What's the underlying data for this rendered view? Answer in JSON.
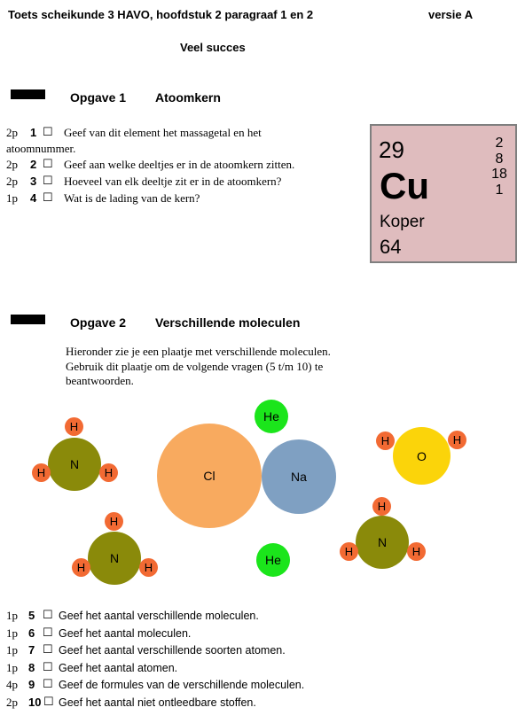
{
  "header": {
    "title": "Toets scheikunde 3 HAVO, hoofdstuk 2 paragraaf 1 en 2",
    "version": "versie A",
    "wish": "Veel succes"
  },
  "exercise1": {
    "label": "Opgave 1",
    "title": "Atoomkern",
    "questions": [
      {
        "points": "2p",
        "number": "1",
        "checkbox": "☐",
        "text": "Geef van dit element het massagetal en het",
        "text_cont": "atoomnummer."
      },
      {
        "points": "2p",
        "number": "2",
        "checkbox": "☐",
        "text": "Geef aan welke deeltjes er in de atoomkern zitten."
      },
      {
        "points": "2p",
        "number": "3",
        "checkbox": "☐",
        "text": "Hoeveel van elk deeltje zit er in de atoomkern?"
      },
      {
        "points": "1p",
        "number": "4",
        "checkbox": "☐",
        "text": "Wat is de lading van de kern?"
      }
    ],
    "element_card": {
      "atomic_number": "29",
      "symbol": "Cu",
      "name": "Koper",
      "mass": "64",
      "shells": [
        "2",
        "8",
        "18",
        "1"
      ],
      "background": "#dfbcbe"
    }
  },
  "exercise2": {
    "label": "Opgave 2",
    "title": "Verschillende moleculen",
    "intro_lines": [
      "Hieronder zie je een plaatje met verschillende moleculen.",
      "Gebruik dit plaatje om de volgende vragen (5 t/m 10) te",
      "beantwoorden."
    ],
    "atoms": {
      "H": "H",
      "N": "N",
      "O": "O",
      "Cl": "Cl",
      "Na": "Na",
      "He": "He"
    },
    "colors": {
      "H": "#f26a33",
      "N": "#8a8a0a",
      "O": "#fbd40a",
      "Cl": "#f8aa5f",
      "Na": "#7fa0c2",
      "He": "#1be51b"
    },
    "questions": [
      {
        "points": "1p",
        "number": "5",
        "checkbox": "☐",
        "text": "Geef het aantal verschillende moleculen."
      },
      {
        "points": "1p",
        "number": "6",
        "checkbox": "☐",
        "text": "Geef het aantal moleculen."
      },
      {
        "points": "1p",
        "number": "7",
        "checkbox": "☐",
        "text": "Geef het aantal verschillende soorten atomen."
      },
      {
        "points": "1p",
        "number": "8",
        "checkbox": "☐",
        "text": "Geef het aantal atomen."
      },
      {
        "points": "4p",
        "number": "9",
        "checkbox": "☐",
        "text": "Geef de formules van de verschillende moleculen."
      },
      {
        "points": "2p",
        "number": "10",
        "checkbox": "☐",
        "text": "Geef het aantal niet ontleedbare stoffen."
      }
    ]
  }
}
